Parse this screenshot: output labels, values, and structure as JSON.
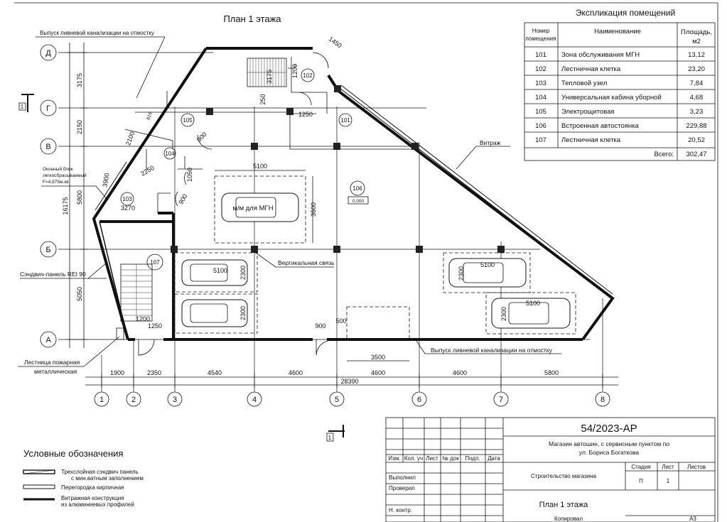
{
  "plan_title": "План 1 этажа",
  "explication": {
    "title": "Экспликация помещений",
    "headers": {
      "number": "Номер помещения",
      "name": "Наименование",
      "area": "Площадь, м2"
    },
    "rows": [
      {
        "number": "101",
        "name": "Зона обслуживания МГН",
        "area": "13,12"
      },
      {
        "number": "102",
        "name": "Лестничная клетка",
        "area": "23,20"
      },
      {
        "number": "103",
        "name": "Тепловой узел",
        "area": "7,84"
      },
      {
        "number": "104",
        "name": "Универсальная кабина уборной",
        "area": "4,68"
      },
      {
        "number": "105",
        "name": "Электрощитовая",
        "area": "3,23"
      },
      {
        "number": "106",
        "name": "Встроенная автостоянка",
        "area": "229,88"
      },
      {
        "number": "107",
        "name": "Лестничная клетка",
        "area": "20,52"
      }
    ],
    "total_label": "Всего:",
    "total_value": "302,47"
  },
  "axes": {
    "letters": [
      "Д",
      "Г",
      "В",
      "Б",
      "А"
    ],
    "numbers": [
      "1",
      "2",
      "3",
      "4",
      "5",
      "6",
      "7",
      "8"
    ]
  },
  "dimensions": {
    "bottom": [
      "1900",
      "2350",
      "4540",
      "4600",
      "4600",
      "4600",
      "5800"
    ],
    "total_bottom": "28390",
    "left": [
      "3175",
      "2150",
      "5800",
      "5050"
    ],
    "total_left": "16175",
    "top_1450": "1450"
  },
  "annotations": {
    "drain_top": "Выпуск ливневой канализации на отмостку",
    "drain_bottom": "Выпуск ливневой канализации на отмостку",
    "window_block": "Оконный блок легкосбрасываемый F=4,875м.кв",
    "sandwich": "Сэндвич-панель REI 90",
    "fire_stair_1": "Лестница пожарная",
    "fire_stair_2": "металлическая",
    "vitrage": "Витраж",
    "vertical_link": "Вертикальная связь",
    "parking_mgn": "м/м для МГН",
    "level": "0,000",
    "room_106": "106",
    "section_mark": "1"
  },
  "inner_dims": {
    "d5100_top": "5100",
    "d3600": "3600",
    "d3500": "3500",
    "d900": "900",
    "d500": "500",
    "d1250": "1250",
    "d1200": "1200",
    "d250": "250",
    "d3175b": "3175",
    "d2100": "2100",
    "d2250": "2250",
    "d1050": "1050",
    "d900b": "900",
    "d3900": "3900",
    "d3270": "3270",
    "d5100": "5100",
    "d2300": "2300",
    "d1200b": "1200",
    "d1250b": "1250",
    "d815": "815"
  },
  "rooms": {
    "r101": "101",
    "r102": "102",
    "r103": "103",
    "r104": "104",
    "r105": "105",
    "r107": "107"
  },
  "legend": {
    "title": "Условные обозначения",
    "items": [
      {
        "text1": "Трехслойная сэндвич панель",
        "text2": "с мин.ватным заполнением"
      },
      {
        "text1": "Перегородка кирпичная",
        "text2": ""
      },
      {
        "text1": "Витражная конструкция",
        "text2": "из алюминиевых профилей"
      }
    ]
  },
  "stamp": {
    "code": "54/2023-АР",
    "project": "Магазин автошин, с сервисным пунктом по",
    "address": "ул. Бориса Богаткова",
    "headers": [
      "Изм.",
      "Кол. уч",
      "Лист",
      "№ док",
      "Подп.",
      "Дата"
    ],
    "roles": [
      "Выполнил",
      "Проверил",
      "",
      "Н. контр."
    ],
    "object": "Строительство магазина",
    "stage_label": "Стадия",
    "sheet_label": "Лист",
    "sheets_label": "Листов",
    "stage": "П",
    "sheet": "1",
    "sheet_title": "План 1 этажа",
    "copied": "Копировал",
    "format": "А3"
  }
}
